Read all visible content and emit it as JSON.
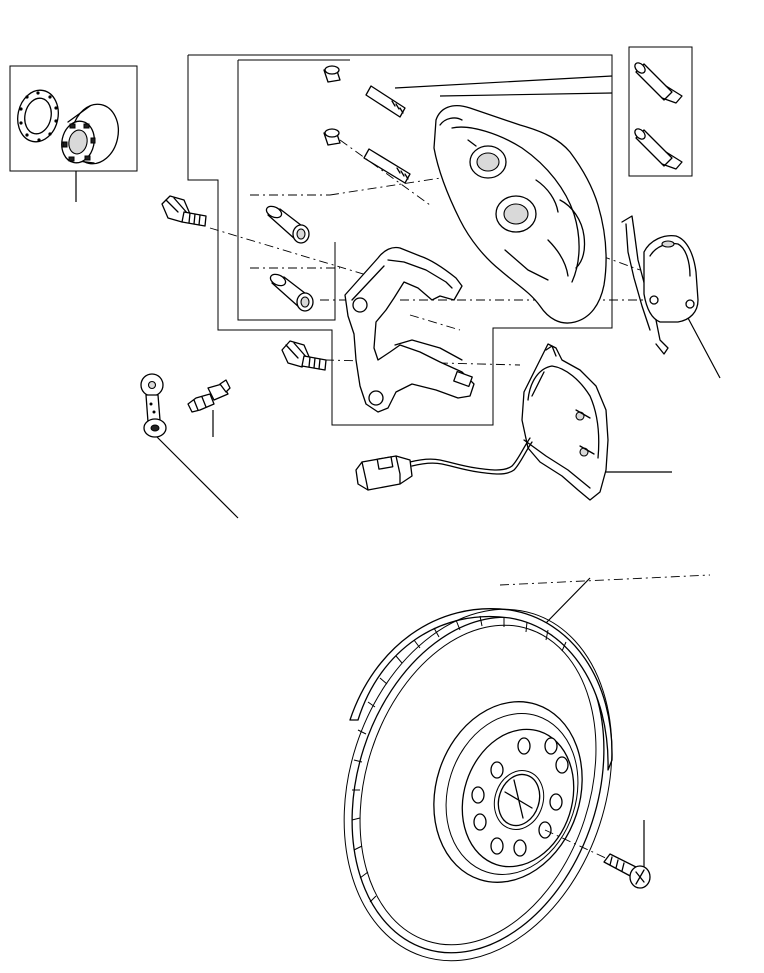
{
  "diagram": {
    "parts": [
      {
        "id": "hub-bearing",
        "icon": "bearing-icon"
      },
      {
        "id": "caliper-guide-pin-upper",
        "icon": "pin-icon"
      },
      {
        "id": "caliper-guide-pin-lower",
        "icon": "pin-icon"
      },
      {
        "id": "guide-pin-cap-upper",
        "icon": "cap-icon"
      },
      {
        "id": "guide-pin-cap-lower",
        "icon": "cap-icon"
      },
      {
        "id": "guide-pin-bush-upper",
        "icon": "bush-icon"
      },
      {
        "id": "guide-pin-bush-lower",
        "icon": "bush-icon"
      },
      {
        "id": "brake-caliper-housing",
        "icon": "caliper-icon"
      },
      {
        "id": "caliper-carrier",
        "icon": "bracket-icon"
      },
      {
        "id": "carrier-bolt-upper",
        "icon": "bolt-icon"
      },
      {
        "id": "carrier-bolt-lower",
        "icon": "bolt-icon"
      },
      {
        "id": "anti-rattle-spring",
        "icon": "spring-icon"
      },
      {
        "id": "outer-brake-pad",
        "icon": "pad-icon"
      },
      {
        "id": "inner-brake-pad-with-wear-sensor",
        "icon": "pad-icon"
      },
      {
        "id": "bleed-screw",
        "icon": "screw-icon"
      },
      {
        "id": "bleed-screw-cap",
        "icon": "cap-icon"
      },
      {
        "id": "brake-disc",
        "icon": "disc-icon"
      },
      {
        "id": "disc-retaining-screw",
        "icon": "screw-icon"
      },
      {
        "id": "guide-pin-set",
        "icon": "pin-icon"
      }
    ],
    "colors": {
      "line": "#000000",
      "background": "#ffffff",
      "shade": "#d9d9d9"
    }
  }
}
